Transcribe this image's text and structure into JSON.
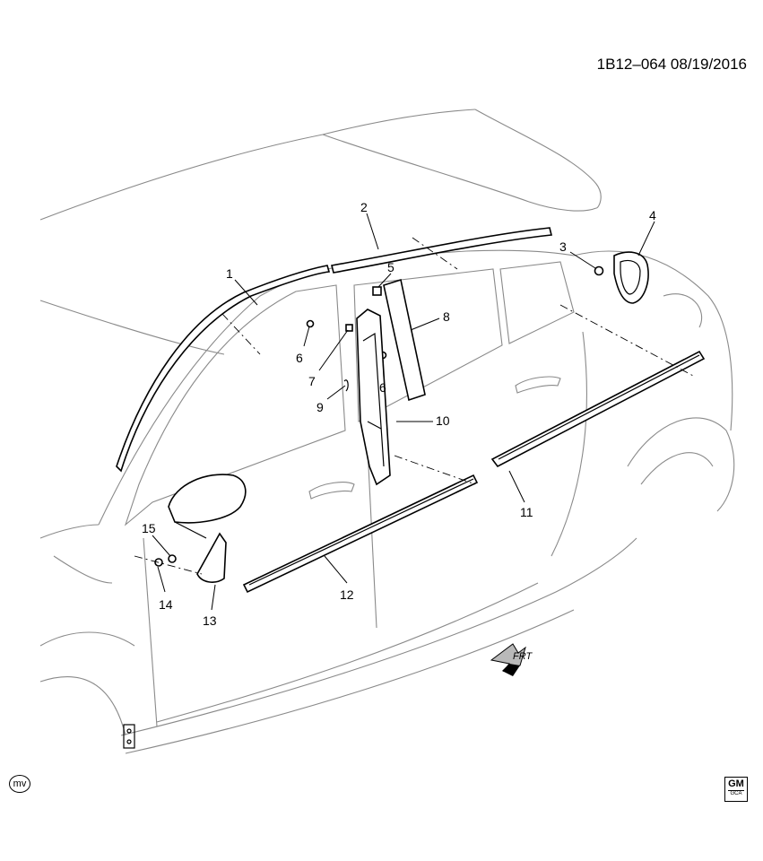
{
  "header": {
    "doc_id": "1B12–064  08/19/2016"
  },
  "callouts": [
    "1",
    "2",
    "3",
    "4",
    "5",
    "6",
    "7",
    "8",
    "9",
    "6",
    "10",
    "11",
    "12",
    "13",
    "14",
    "15"
  ],
  "direction": {
    "label": "FRT"
  },
  "badges": {
    "mv": "mv",
    "gm": "GM",
    "gm_sub": "GCA"
  }
}
